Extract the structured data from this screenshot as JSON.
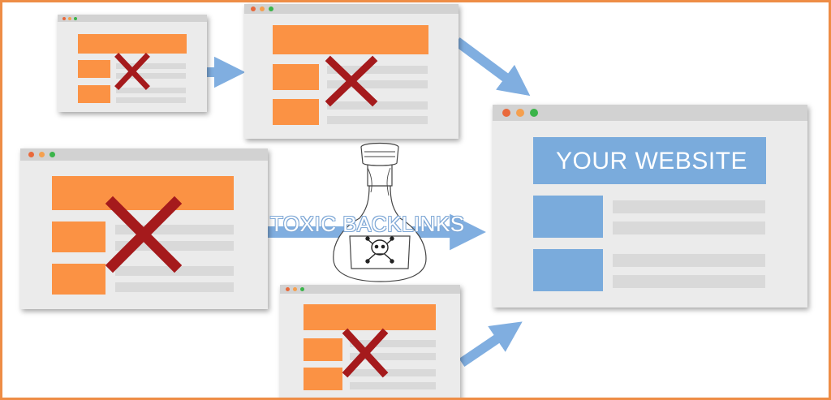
{
  "diagram": {
    "target_label": "YOUR WEBSITE",
    "flow_label": "TOXIC BACKLINKS",
    "icons": [
      "window-dot-red",
      "window-dot-orange",
      "window-dot-green",
      "red-x-icon",
      "poison-bottle-icon",
      "skull-crossbones-icon",
      "blue-arrow-icon"
    ]
  },
  "colors": {
    "frame": "#ee8d46",
    "source_block": "#fb9244",
    "target_block": "#7aabdc",
    "reject_mark": "#a51a1c",
    "arrow": "#80aee0",
    "window_body": "#ebebeb",
    "window_bar": "#d2d2d2",
    "dot_red": "#e9693b",
    "dot_orange": "#f5a04f",
    "dot_green": "#3bb44a"
  }
}
